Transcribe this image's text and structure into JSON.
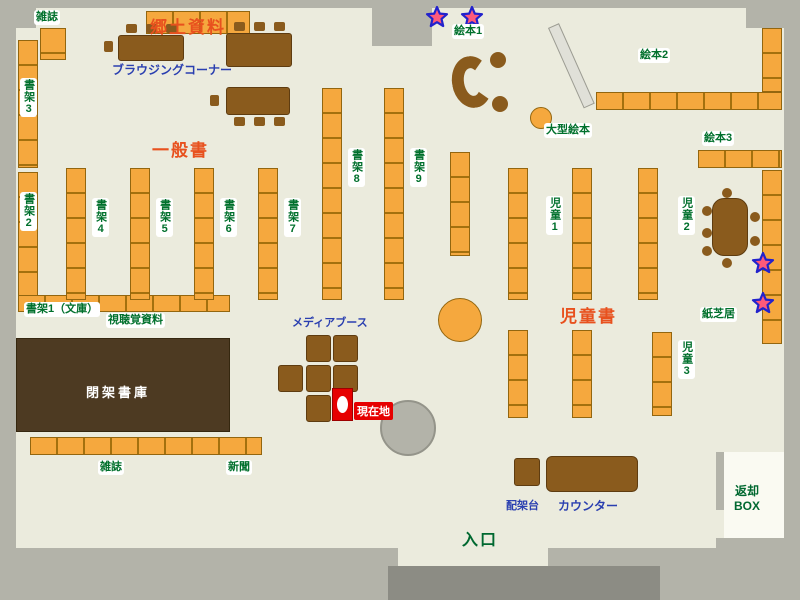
{
  "title": "library-floor-map",
  "colors": {
    "floor": "#ebebdd",
    "wall": "#b3b3a9",
    "wall_dark": "#8c8c84",
    "shelf_orange": "#f5a83e",
    "shelf_line": "#a3700e",
    "table_brown": "#8a5b1d",
    "closed_stacks_brown": "#4d3a22",
    "label_green": "#00702c",
    "area_title_red": "#e8511e",
    "info_blue": "#2a3fb0",
    "current_red": "#e60000",
    "star_outline_blue": "#2222cc",
    "star_fill": "#ff5a7a",
    "entrance_green": "#006830"
  },
  "icons": {
    "star": "★"
  },
  "labels": {
    "magazines_top": "雑誌",
    "local_materials": "郷土資料",
    "browsing_corner": "ブラウジングコーナー",
    "picture_book1": "絵本1",
    "picture_book2": "絵本2",
    "picture_book3": "絵本3",
    "large_picture_book": "大型絵本",
    "shelf3": "書架3",
    "shelf2": "書架2",
    "general_books": "一般書",
    "shelf4": "書架4",
    "shelf5": "書架5",
    "shelf6": "書架6",
    "shelf7": "書架7",
    "shelf8": "書架8",
    "shelf9": "書架9",
    "children1": "児童1",
    "children2": "児童2",
    "children3": "児童3",
    "children_books": "児童書",
    "kamishibai": "紙芝居",
    "shelf1_bunko": "書架1（文庫）",
    "audio_visual": "視聴覚資料",
    "media_booth": "メディアブース",
    "closed_stacks": "閉架書庫",
    "current_location": "現在地",
    "magazines_bottom": "雑誌",
    "newspaper": "新聞",
    "haikadai": "配架台",
    "counter": "カウンター",
    "return_box": "返却\nBOX",
    "entrance": "入口"
  }
}
